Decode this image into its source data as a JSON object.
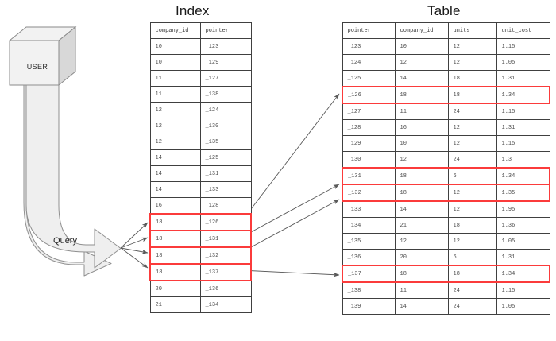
{
  "titles": {
    "index": "Index",
    "table": "Table"
  },
  "actors": {
    "user_label": "USER",
    "query_label": "Query"
  },
  "colors": {
    "highlight": "#fb3b3b",
    "grid_border": "#404040",
    "shape_fill": "#efefef",
    "shape_stroke": "#8a8a8a",
    "arrow": "#5a5a5a",
    "text": "#4a4a4a"
  },
  "index_table": {
    "columns": [
      "company_id",
      "pointer"
    ],
    "rows": [
      {
        "company_id": "10",
        "pointer": "_123",
        "highlight": false
      },
      {
        "company_id": "10",
        "pointer": "_129",
        "highlight": false
      },
      {
        "company_id": "11",
        "pointer": "_127",
        "highlight": false
      },
      {
        "company_id": "11",
        "pointer": "_138",
        "highlight": false
      },
      {
        "company_id": "12",
        "pointer": "_124",
        "highlight": false
      },
      {
        "company_id": "12",
        "pointer": "_130",
        "highlight": false
      },
      {
        "company_id": "12",
        "pointer": "_135",
        "highlight": false
      },
      {
        "company_id": "14",
        "pointer": "_125",
        "highlight": false
      },
      {
        "company_id": "14",
        "pointer": "_131",
        "highlight": false
      },
      {
        "company_id": "14",
        "pointer": "_133",
        "highlight": false
      },
      {
        "company_id": "16",
        "pointer": "_128",
        "highlight": false
      },
      {
        "company_id": "18",
        "pointer": "_126",
        "highlight": true
      },
      {
        "company_id": "18",
        "pointer": "_131",
        "highlight": true
      },
      {
        "company_id": "18",
        "pointer": "_132",
        "highlight": true
      },
      {
        "company_id": "18",
        "pointer": "_137",
        "highlight": true
      },
      {
        "company_id": "20",
        "pointer": "_136",
        "highlight": false
      },
      {
        "company_id": "21",
        "pointer": "_134",
        "highlight": false
      }
    ]
  },
  "main_table": {
    "columns": [
      "pointer",
      "company_id",
      "units",
      "unit_cost"
    ],
    "rows": [
      {
        "pointer": "_123",
        "company_id": "10",
        "units": "12",
        "unit_cost": "1.15",
        "highlight": false
      },
      {
        "pointer": "_124",
        "company_id": "12",
        "units": "12",
        "unit_cost": "1.05",
        "highlight": false
      },
      {
        "pointer": "_125",
        "company_id": "14",
        "units": "18",
        "unit_cost": "1.31",
        "highlight": false
      },
      {
        "pointer": "_126",
        "company_id": "18",
        "units": "18",
        "unit_cost": "1.34",
        "highlight": true
      },
      {
        "pointer": "_127",
        "company_id": "11",
        "units": "24",
        "unit_cost": "1.15",
        "highlight": false
      },
      {
        "pointer": "_128",
        "company_id": "16",
        "units": "12",
        "unit_cost": "1.31",
        "highlight": false
      },
      {
        "pointer": "_129",
        "company_id": "10",
        "units": "12",
        "unit_cost": "1.15",
        "highlight": false
      },
      {
        "pointer": "_130",
        "company_id": "12",
        "units": "24",
        "unit_cost": "1.3",
        "highlight": false
      },
      {
        "pointer": "_131",
        "company_id": "18",
        "units": "6",
        "unit_cost": "1.34",
        "highlight": true
      },
      {
        "pointer": "_132",
        "company_id": "18",
        "units": "12",
        "unit_cost": "1.35",
        "highlight": true
      },
      {
        "pointer": "_133",
        "company_id": "14",
        "units": "12",
        "unit_cost": "1.95",
        "highlight": false
      },
      {
        "pointer": "_134",
        "company_id": "21",
        "units": "18",
        "unit_cost": "1.36",
        "highlight": false
      },
      {
        "pointer": "_135",
        "company_id": "12",
        "units": "12",
        "unit_cost": "1.05",
        "highlight": false
      },
      {
        "pointer": "_136",
        "company_id": "20",
        "units": "6",
        "unit_cost": "1.31",
        "highlight": false
      },
      {
        "pointer": "_137",
        "company_id": "18",
        "units": "18",
        "unit_cost": "1.34",
        "highlight": true
      },
      {
        "pointer": "_138",
        "company_id": "11",
        "units": "24",
        "unit_cost": "1.15",
        "highlight": false
      },
      {
        "pointer": "_139",
        "company_id": "14",
        "units": "24",
        "unit_cost": "1.05",
        "highlight": false
      }
    ]
  },
  "connections": {
    "query_fan": [
      {
        "to_pointer": "_126"
      },
      {
        "to_pointer": "_131"
      },
      {
        "to_pointer": "_132"
      },
      {
        "to_pointer": "_137"
      }
    ],
    "index_to_table": [
      {
        "from_pointer": "_126",
        "to_pointer": "_126"
      },
      {
        "from_pointer": "_131",
        "to_pointer": "_131"
      },
      {
        "from_pointer": "_132",
        "to_pointer": "_132"
      },
      {
        "from_pointer": "_137",
        "to_pointer": "_137"
      }
    ]
  }
}
